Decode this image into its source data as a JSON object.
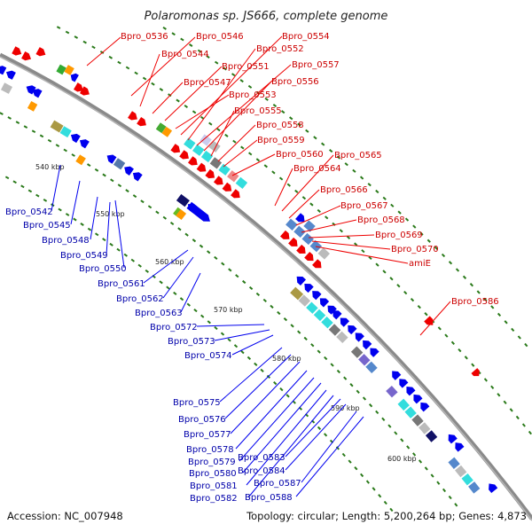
{
  "title": "Polaromonas sp. JS666, complete genome",
  "footer": {
    "accession_label": "Accession:",
    "accession": "NC_007948",
    "topology_label": "Topology:",
    "topology": "circular",
    "length_label": "Length:",
    "length": "5,200,264 bp",
    "genes_label": "Genes:",
    "genes": "4,873"
  },
  "colors": {
    "forward_gene": "#ee0000",
    "reverse_gene": "#0000ee",
    "red_label": "#cc0000",
    "blue_label": "#0000aa",
    "backbone": "#8a8a8a",
    "tick": "#2a7a1a"
  },
  "scale_ticks": [
    "540 kbp",
    "550 kbp",
    "560 kbp",
    "570 kbp",
    "580 kbp",
    "590 kbp",
    "600 kbp"
  ],
  "red_labels": [
    "Bpro_0536",
    "Bpro_0546",
    "Bpro_0554",
    "Bpro_0552",
    "Bpro_0544",
    "Bpro_0557",
    "Bpro_0551",
    "Bpro_0547",
    "Bpro_0556",
    "Bpro_0553",
    "Bpro_0555",
    "Bpro_0558",
    "Bpro_0559",
    "Bpro_0560",
    "Bpro_0565",
    "Bpro_0564",
    "Bpro_0566",
    "Bpro_0567",
    "Bpro_0568",
    "Bpro_0569",
    "Bpro_0570",
    "amiE",
    "Bpro_0586"
  ],
  "blue_labels": [
    "Bpro_0542",
    "Bpro_0545",
    "Bpro_0548",
    "Bpro_0549",
    "Bpro_0550",
    "Bpro_0561",
    "Bpro_0562",
    "Bpro_0563",
    "Bpro_0572",
    "Bpro_0573",
    "Bpro_0574",
    "Bpro_0575",
    "Bpro_0576",
    "Bpro_0577",
    "Bpro_0578",
    "Bpro_0579",
    "Bpro_0580",
    "Bpro_0581",
    "Bpro_0582",
    "Bpro_0583",
    "Bpro_0584",
    "Bpro_0587",
    "Bpro_0588"
  ]
}
